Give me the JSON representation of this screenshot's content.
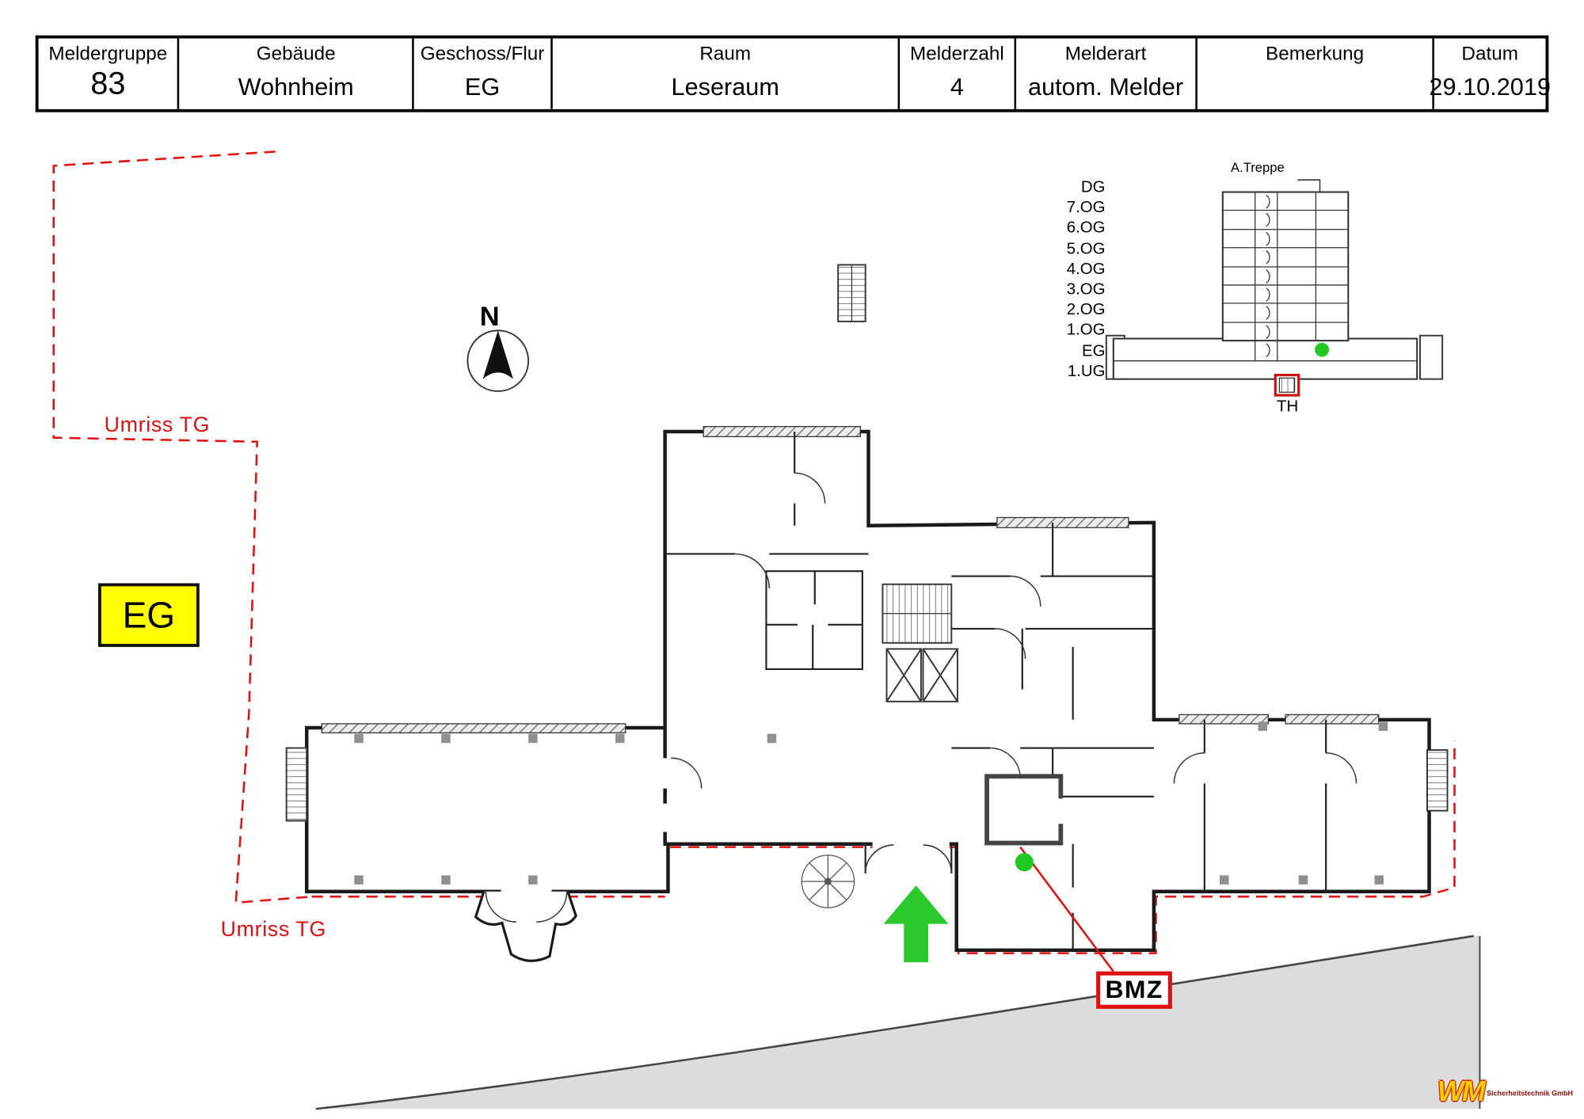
{
  "header": {
    "columns": [
      {
        "label": "Meldergruppe",
        "value": "83"
      },
      {
        "label": "Gebäude",
        "value": "Wohnheim"
      },
      {
        "label": "Geschoss/Flur",
        "value": "EG"
      },
      {
        "label": "Raum",
        "value": "Leseraum"
      },
      {
        "label": "Melderzahl",
        "value": "4"
      },
      {
        "label": "Melderart",
        "value": "autom. Melder"
      },
      {
        "label": "Bemerkung",
        "value": ""
      },
      {
        "label": "Datum",
        "value": "29.10.2019"
      }
    ]
  },
  "section": {
    "floors": [
      "DG",
      "7.OG",
      "6.OG",
      "5.OG",
      "4.OG",
      "3.OG",
      "2.OG",
      "1.OG",
      "EG",
      "1.UG"
    ],
    "stair_label": "A.Treppe",
    "shaft_label": "TH"
  },
  "plan": {
    "level_badge": "EG",
    "umriss_label": "Umriss TG",
    "bmz_label": "BMZ",
    "north_label": "N"
  },
  "colors": {
    "detector_green": "#22c822",
    "alarm_red": "#dd1111",
    "badge_yellow": "#ffff00",
    "terrain_gray": "#dcdcdc"
  },
  "logo": {
    "mark": "WM",
    "caption": "Sicherheitstechnik GmbH"
  }
}
